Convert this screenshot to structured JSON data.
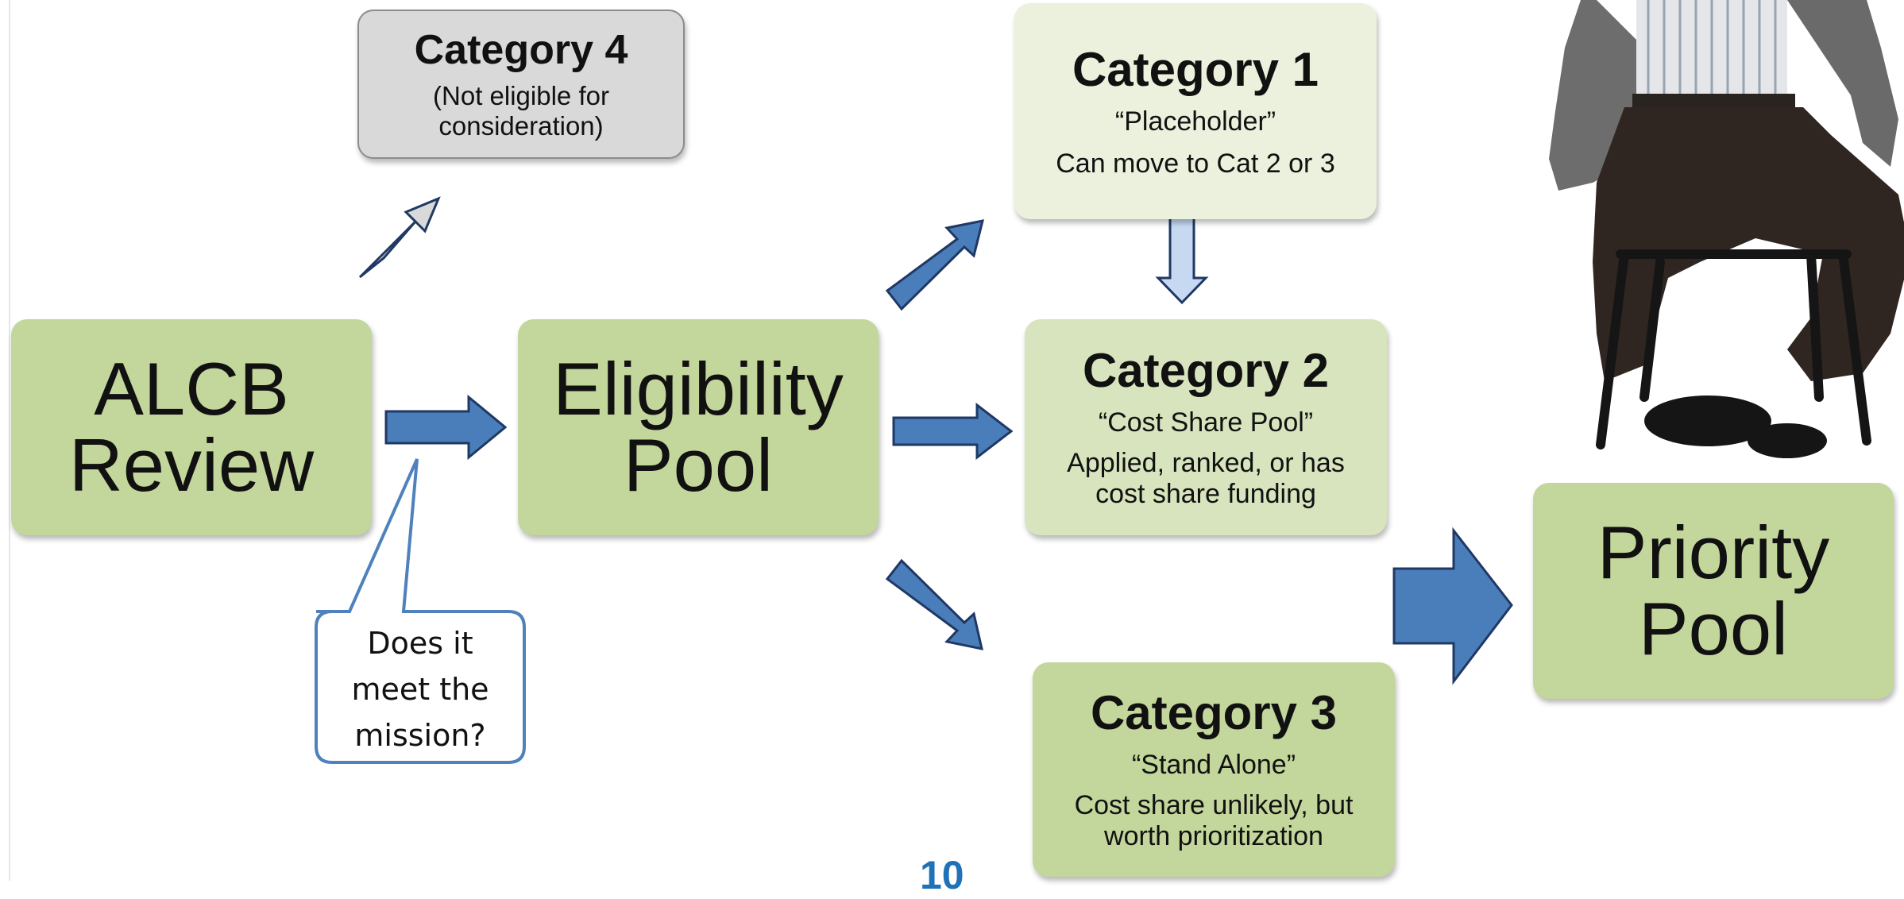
{
  "alcb_review": {
    "line1": "ALCB",
    "line2": "Review"
  },
  "eligibility_pool": {
    "line1": "Eligibility",
    "line2": "Pool"
  },
  "category4": {
    "title": "Category 4",
    "line1": "(Not eligible for",
    "line2": "consideration)"
  },
  "category1": {
    "title": "Category 1",
    "subtitle": "“Placeholder”",
    "description": "Can move to Cat 2 or 3"
  },
  "category2": {
    "title": "Category 2",
    "subtitle": "“Cost Share Pool”",
    "line1": "Applied, ranked, or has",
    "line2": "cost share funding"
  },
  "category3": {
    "title": "Category 3",
    "subtitle": "“Stand Alone”",
    "line1": "Cost share unlikely, but",
    "line2": "worth prioritization"
  },
  "priority_pool": {
    "line1": "Priority",
    "line2": "Pool"
  },
  "callout": {
    "line1": "Does it",
    "line2": "meet the",
    "line3": "mission?"
  },
  "page_number": "10",
  "colors": {
    "main_box": "#c3d69b",
    "category1_box": "#ebf1dd",
    "category2_box": "#d7e4bd",
    "category3_box": "#c3d69b",
    "category4_box": "#d9d9d9",
    "arrow_blue": "#4a7ebb",
    "arrow_outline": "#1f3864",
    "callout_border": "#4f81bd",
    "page_number": "#1f72b8"
  }
}
